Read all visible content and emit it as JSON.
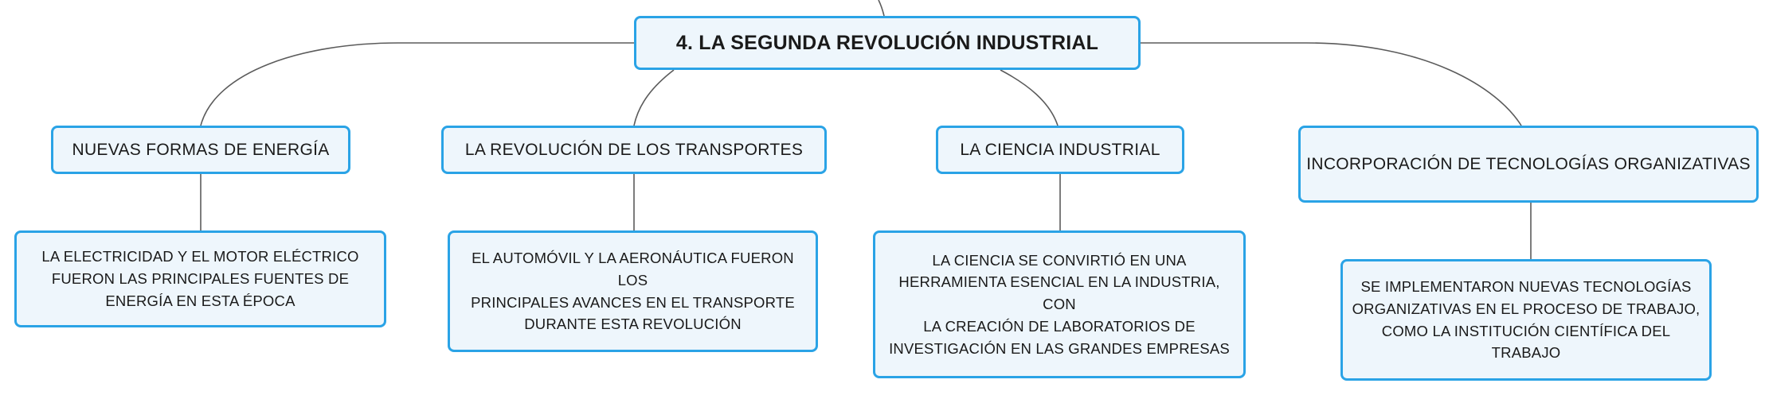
{
  "root": {
    "title": "4. LA SEGUNDA REVOLUCIÓN INDUSTRIAL"
  },
  "branches": [
    {
      "label": "NUEVAS FORMAS DE ENERGÍA"
    },
    {
      "label": "LA REVOLUCIÓN DE LOS TRANSPORTES"
    },
    {
      "label": "LA CIENCIA INDUSTRIAL"
    },
    {
      "label": "INCORPORACIÓN DE TECNOLOGÍAS ORGANIZATIVAS"
    }
  ],
  "details": [
    {
      "lines": [
        "LA ELECTRICIDAD Y EL MOTOR ELÉCTRICO",
        "FUERON LAS PRINCIPALES FUENTES DE",
        "ENERGÍA EN ESTA ÉPOCA"
      ]
    },
    {
      "lines": [
        "EL AUTOMÓVIL Y LA AERONÁUTICA FUERON LOS",
        "PRINCIPALES AVANCES EN EL TRANSPORTE",
        "DURANTE ESTA REVOLUCIÓN"
      ]
    },
    {
      "lines": [
        "LA CIENCIA SE CONVIRTIÓ EN UNA",
        "HERRAMIENTA ESENCIAL EN LA INDUSTRIA, CON",
        "LA CREACIÓN DE LABORATORIOS DE",
        "INVESTIGACIÓN EN LAS GRANDES EMPRESAS"
      ]
    },
    {
      "lines": [
        "SE IMPLEMENTARON NUEVAS TECNOLOGÍAS",
        "ORGANIZATIVAS EN EL PROCESO DE TRABAJO,",
        "COMO LA INSTITUCIÓN CIENTÍFICA DEL TRABAJO"
      ]
    }
  ],
  "colors": {
    "node_border": "#2aa3e6",
    "node_fill": "#eef6fc",
    "connector": "#5b5b5b"
  }
}
